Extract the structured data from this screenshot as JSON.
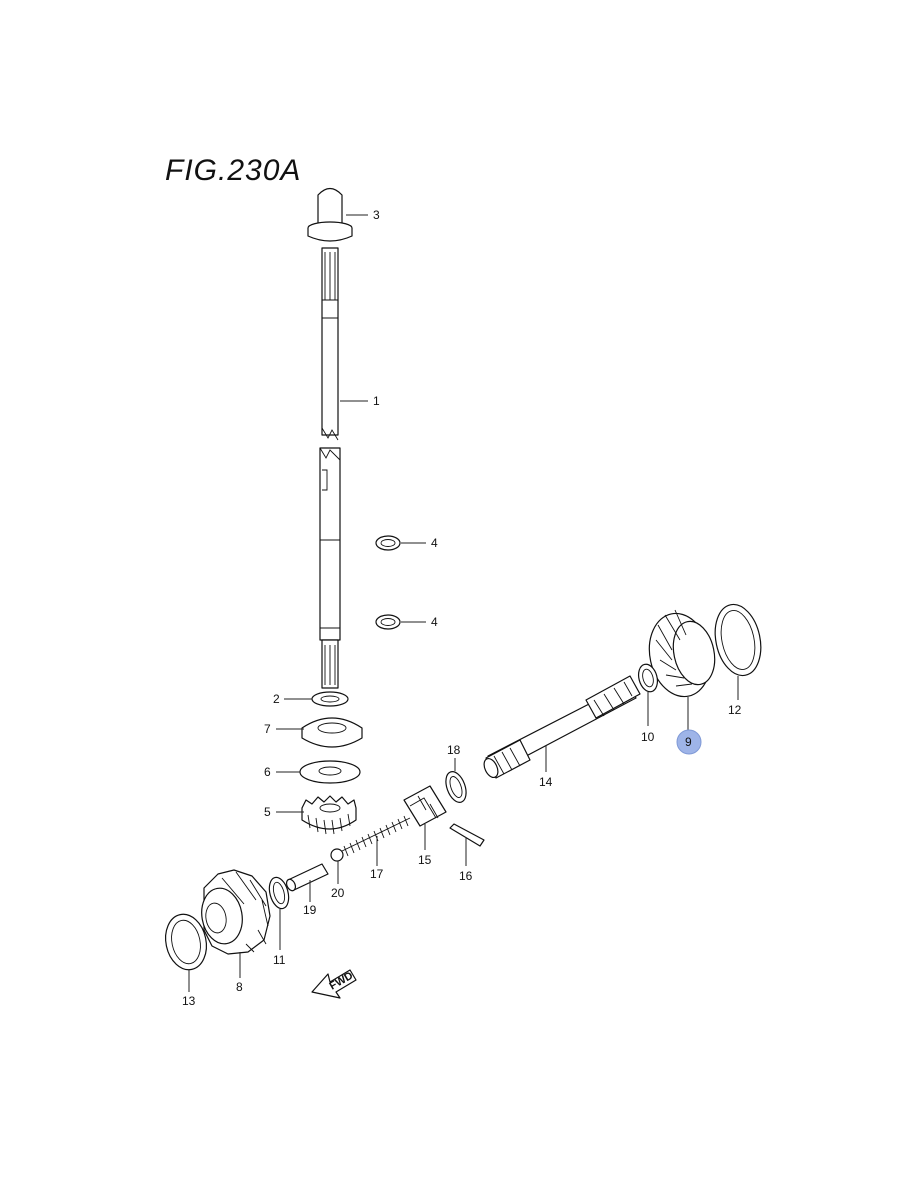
{
  "figure": {
    "title": "FIG.230A"
  },
  "callouts": {
    "c1": "1",
    "c2": "2",
    "c3": "3",
    "c4a": "4",
    "c4b": "4",
    "c5": "5",
    "c6": "6",
    "c7": "7",
    "c8": "8",
    "c9": "9",
    "c10": "10",
    "c11": "11",
    "c12": "12",
    "c13": "13",
    "c14": "14",
    "c15": "15",
    "c16": "16",
    "c17": "17",
    "c18": "18",
    "c19": "19",
    "c20": "20"
  },
  "highlight": {
    "part": "9",
    "color": "#9eb4e8"
  },
  "direction_arrow": {
    "label": "FWD"
  }
}
